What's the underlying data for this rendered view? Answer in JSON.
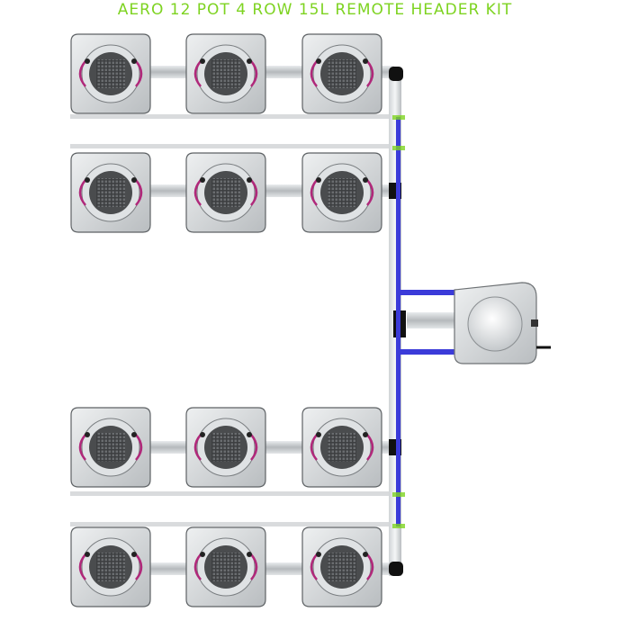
{
  "title": "AERO 12 POT 4 ROW 15L REMOTE HEADER KIT",
  "colors": {
    "title": "#7ed321",
    "pot_body": "#d3d6d8",
    "pot_lid": "#4a4c4e",
    "pipe_grey": "#c9ccce",
    "feed_line": "#3b3bd9",
    "drip_line": "#b0287a",
    "end_cap": "#111111",
    "rail": "#bfc2c5"
  },
  "layout": {
    "rows": 4,
    "pots_per_row": 3,
    "components": {
      "pots": "pot-icon",
      "header_tank": "header-tank-icon",
      "feed_pipe": "feed-pipe",
      "drip_lines": "drip-line"
    }
  }
}
